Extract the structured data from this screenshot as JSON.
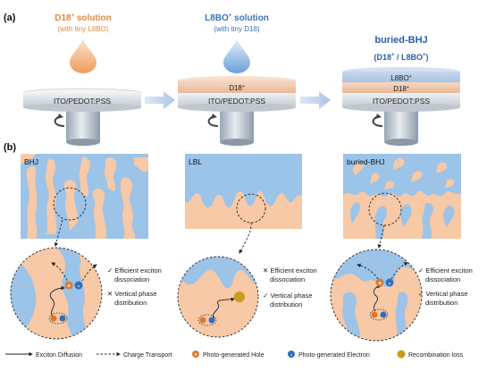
{
  "panel_a": {
    "label": "(a)",
    "step1": {
      "title": "D18",
      "title_sup": "+",
      "title_tail": " solution",
      "subtitle": "(with tiny L8BO)"
    },
    "step2": {
      "title": "L8BO",
      "title_sup": "+",
      "title_tail": " solution",
      "subtitle": "(with tiny D18)"
    },
    "step3": {
      "title": "buried-BHJ",
      "subtitle_open": "(D18",
      "subtitle_mid": " / L8BO",
      "subtitle_close": ")",
      "sup": "+"
    },
    "substrate": "ITO/PEDOT:PSS",
    "layer_d18": "D18",
    "layer_l8bo": "L8BO",
    "sup": "+"
  },
  "panel_b": {
    "label": "(b)",
    "morph1": {
      "label": "BHJ",
      "lines": [
        {
          "mark": "✓",
          "text": "Efficient exciton"
        },
        {
          "mark": "",
          "text": "dissociation"
        },
        {
          "mark": "✕",
          "text": "Vertical phase"
        },
        {
          "mark": "",
          "text": "distribution"
        }
      ]
    },
    "morph2": {
      "label": "LBL",
      "lines": [
        {
          "mark": "✕",
          "text": "Efficient exciton"
        },
        {
          "mark": "",
          "text": "dissociation"
        },
        {
          "mark": "✓",
          "text": "Vertical phase"
        },
        {
          "mark": "",
          "text": "distribution"
        }
      ]
    },
    "morph3": {
      "label": "buried-BHJ",
      "lines": [
        {
          "mark": "✓",
          "text": "Efficient exciton"
        },
        {
          "mark": "",
          "text": "dissociation"
        },
        {
          "mark": "✓",
          "text": "Vertical phase"
        },
        {
          "mark": "",
          "text": "distribution"
        }
      ]
    }
  },
  "legend": {
    "exciton": "Exciton Diffusion",
    "charge": "Charge Transport",
    "hole": "Photo-generated Hole",
    "electron": "Photo-generated Electron",
    "recomb": "Recombination loss",
    "hole_sign": "+",
    "electron_sign": "-"
  },
  "colors": {
    "donor": "#f7c9a6",
    "acceptor": "#9cc3e8",
    "orange_text": "#e08a3c",
    "blue_text": "#3a72b8",
    "hole": "#e0782c",
    "electron": "#2f6fc2",
    "recomb": "#c89c1a"
  }
}
